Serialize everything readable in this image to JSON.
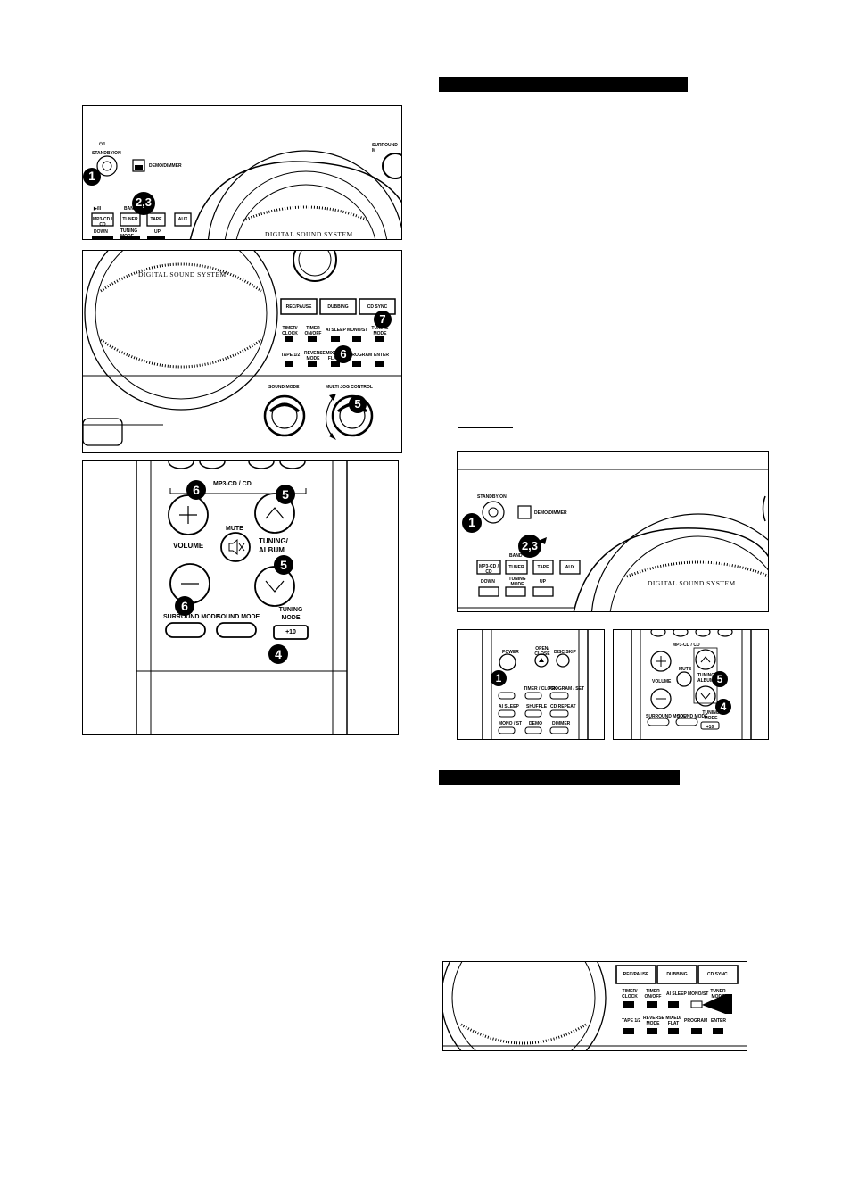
{
  "panels": {
    "front_top": {
      "standby": "STANDBY/ON",
      "power_symbol": "⏻/I",
      "demo": "DEMO/DIMMER",
      "surround": "SURROUND M",
      "mp3cd": "MP3-CD / CD",
      "play_pause": "▶/II",
      "band": "BAND",
      "tuner": "TUNER",
      "tape": "TAPE",
      "aux": "AUX",
      "down": "DOWN",
      "tuning_mode": "TUNING MODE",
      "up": "UP",
      "dss": "DIGITAL SOUND SYSTEM",
      "callout_1": "1",
      "callout_23": "2,3"
    },
    "front_mid": {
      "dss": "DIGITAL SOUND SYSTEM",
      "rec_pause": "REC/PAUSE",
      "dubbing": "DUBBING",
      "cd_sync": "CD SYNC",
      "timer_clock": "TIMER/ CLOCK",
      "timer_onoff": "TIMER ON/OFF",
      "ai_sleep": "AI SLEEP",
      "mono_st": "MONO/ST",
      "tuning_mode": "TUNING MODE",
      "tape12": "TAPE 1/2",
      "reverse_mode": "REVERSE MODE",
      "mixed_flat": "MIXED/ FLAT",
      "program": "PROGRAM",
      "enter": "ENTER",
      "sound_mode": "SOUND MODE",
      "multi_jog": "MULTI JOG CONTROL",
      "callout_5": "5",
      "callout_6": "6",
      "callout_7": "7"
    },
    "remote_large": {
      "mp3cd": "MP3-CD / CD",
      "mute": "MUTE",
      "volume": "VOLUME",
      "tuning_album": "TUNING/ ALBUM",
      "surround_mode": "SURROUND MODE",
      "sound_mode": "SOUND MODE",
      "tuning_mode": "TUNING MODE",
      "plus10": "+10",
      "callout_4": "4",
      "callout_5a": "5",
      "callout_5b": "5",
      "callout_6a": "6",
      "callout_6b": "6"
    },
    "front_right": {
      "standby": "STANDBY/ON",
      "demo": "DEMO/DIMMER",
      "mp3cd": "MP3-CD / CD",
      "band": "BAND",
      "tuner": "TUNER",
      "tape": "TAPE",
      "aux": "AUX",
      "down": "DOWN",
      "tuning_mode": "TUNING MODE",
      "up": "UP",
      "dss": "DIGITAL SOUND SYSTEM",
      "callout_1": "1",
      "callout_23": "2,3"
    },
    "remote_small_left": {
      "power": "POWER",
      "open_close": "OPEN/ CLOSE",
      "disc_skip": "DISC SKIP",
      "timer_clock": "TIMER / CLOCK",
      "program_set": "PROGRAM / SET",
      "ai_sleep": "AI SLEEP",
      "shuffle": "SHUFFLE",
      "cd_repeat": "CD REPEAT",
      "mono_st": "MONO / ST",
      "demo": "DEMO",
      "dimmer": "DIMMER",
      "callout_1": "1"
    },
    "remote_small_right": {
      "mp3cd": "MP3-CD / CD",
      "mute": "MUTE",
      "volume": "VOLUME",
      "tuning_album": "TUNING/ ALBUM",
      "surround_mode": "SURROUND MODE",
      "sound_mode": "SOUND MODE",
      "tuning_mode": "TUNING MODE",
      "plus10": "+10",
      "callout_4": "4",
      "callout_5": "5"
    },
    "front_bottom": {
      "rec_pause": "REC/PAUSE",
      "dubbing": "DUBBING",
      "cd_sync": "CD SYNC.",
      "timer_clock": "TIMER/ CLOCK",
      "timer_onoff": "TIMER ON/OFF",
      "ai_sleep": "AI SLEEP",
      "mono_st": "MONO/ST",
      "tuner_mode": "TUNER MODE",
      "tape12": "TAPE 1/2",
      "reverse_mode": "REVERSE MODE",
      "mixed_flat": "MIXED/ FLAT",
      "program": "PROGRAM",
      "enter": "ENTER"
    }
  }
}
